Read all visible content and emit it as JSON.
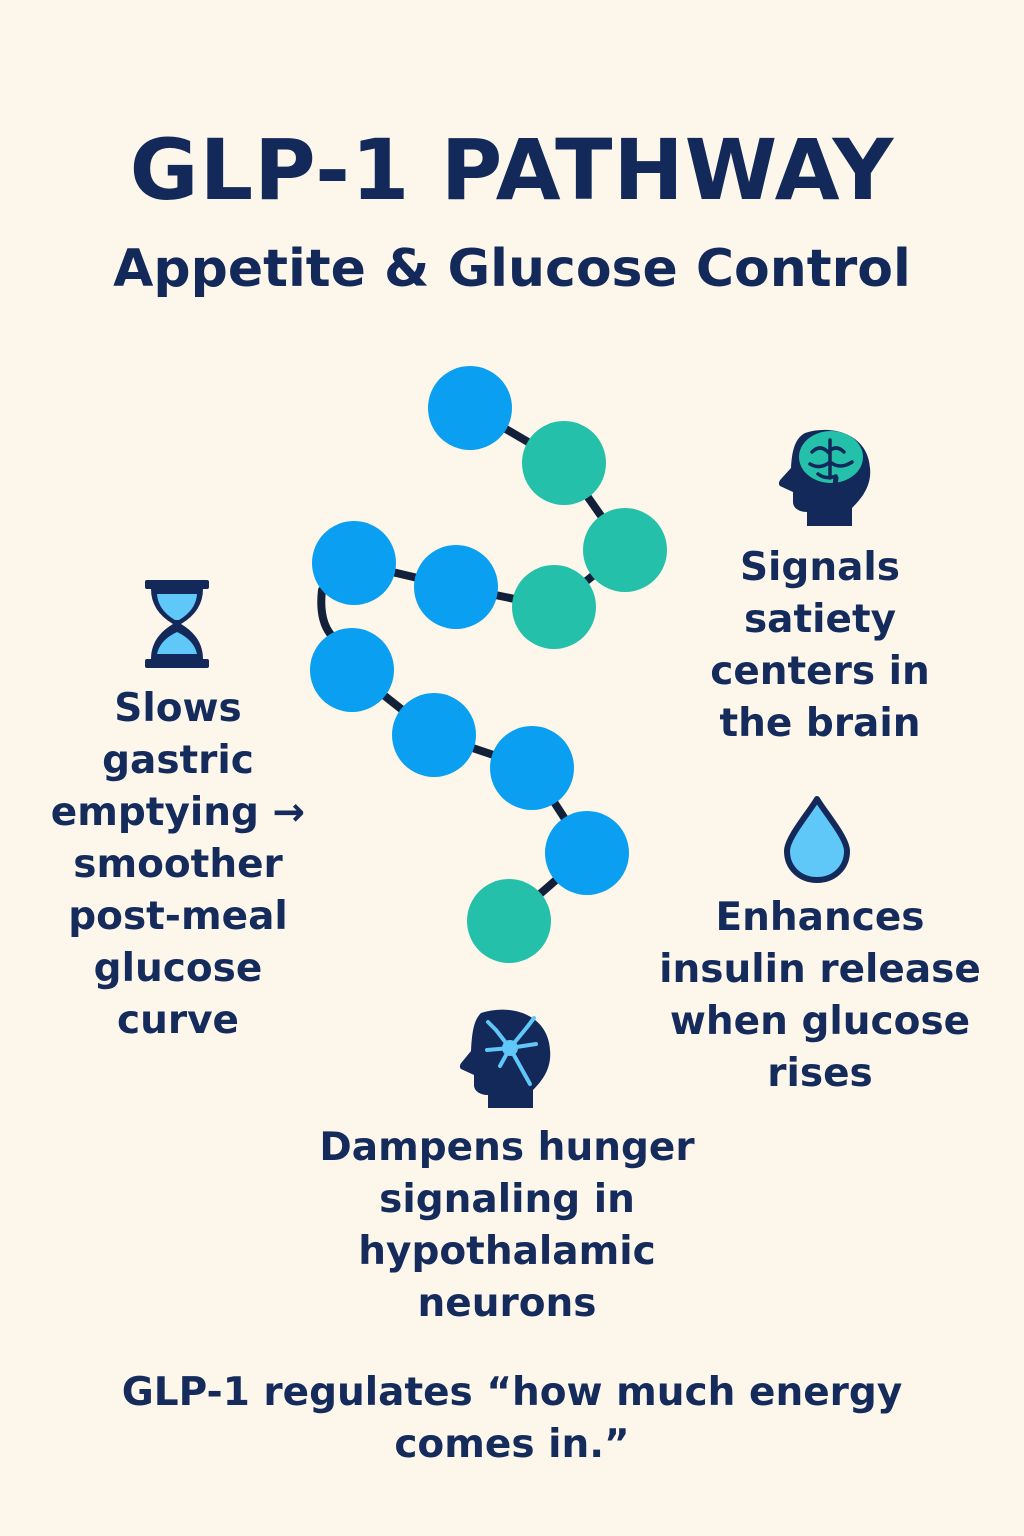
{
  "header": {
    "title": "GLP-1 PATHWAY",
    "subtitle": "Appetite & Glucose Control"
  },
  "effects": [
    {
      "id": "gastric",
      "icon": "hourglass-icon",
      "text": "Slows gastric emptying → smoother post-meal glucose curve"
    },
    {
      "id": "satiety",
      "icon": "brain-head-icon",
      "text": "Signals satiety centers in the brain"
    },
    {
      "id": "insulin",
      "icon": "droplet-icon",
      "text": "Enhances insulin release when glucose rises"
    },
    {
      "id": "hunger",
      "icon": "neuron-head-icon",
      "text": "Dampens hunger signaling in hypothalamic neurons"
    }
  ],
  "footer": {
    "text": "GLP-1 regulates “how much energy comes in.”"
  },
  "colors": {
    "background": "#FCF7EA",
    "navy": "#13295A",
    "blue": "#0A9FF0",
    "green": "#24C0A9",
    "link": "#13203A",
    "light_blue": "#5FC8F8"
  }
}
